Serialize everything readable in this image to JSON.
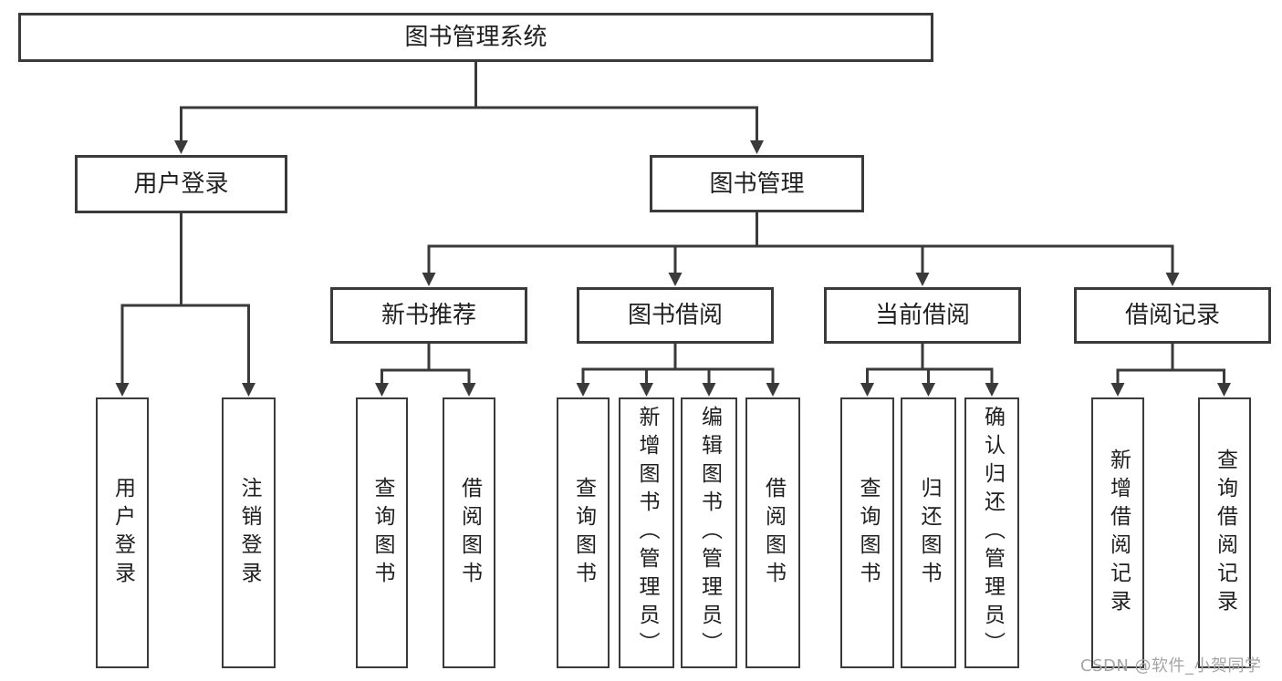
{
  "diagram": {
    "root": {
      "label": "图书管理系统"
    },
    "branches": [
      {
        "label": "用户登录",
        "children": [
          {
            "label": "用户登录"
          },
          {
            "label": "注销登录"
          }
        ]
      },
      {
        "label": "图书管理",
        "children": [
          {
            "label": "新书推荐",
            "children": [
              {
                "label": "查询图书"
              },
              {
                "label": "借阅图书"
              }
            ]
          },
          {
            "label": "图书借阅",
            "children": [
              {
                "label": "查询图书"
              },
              {
                "label": "新增图书（管理员）"
              },
              {
                "label": "编辑图书（管理员）"
              },
              {
                "label": "借阅图书"
              }
            ]
          },
          {
            "label": "当前借阅",
            "children": [
              {
                "label": "查询图书"
              },
              {
                "label": "归还图书"
              },
              {
                "label": "确认归还（管理员）"
              }
            ]
          },
          {
            "label": "借阅记录",
            "children": [
              {
                "label": "新增借阅记录"
              },
              {
                "label": "查询借阅记录"
              }
            ]
          }
        ]
      }
    ]
  },
  "watermark": {
    "text": "CSDN @软件_小贺同学"
  },
  "colors": {
    "line": "#3a3a3a",
    "box_border": "#3a3a3a",
    "box_fill": "#ffffff",
    "text": "#1f1f1f",
    "watermark": "#a5a5a5",
    "background": "#ffffff"
  }
}
